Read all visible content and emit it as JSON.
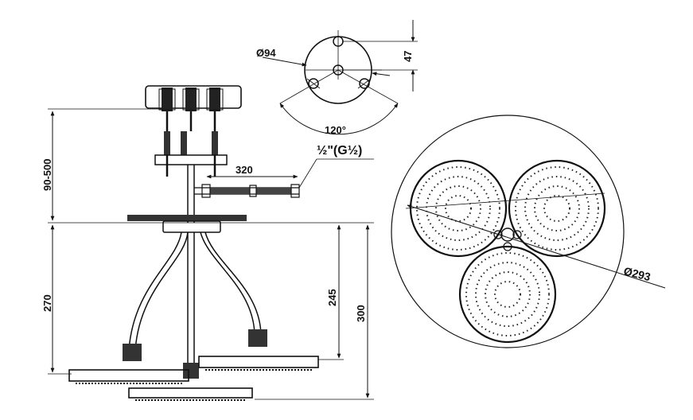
{
  "drawing": {
    "dimensions": {
      "plate_diameter": "Ø94",
      "plate_offset": "47",
      "inlet_angle": "120°",
      "ceiling_height": "90-500",
      "hose_length": "320",
      "thread_size": "½\"(G½)",
      "outer_diameter": "Ø293",
      "upper_head_drop": "270",
      "middle_head_drop": "245",
      "lower_head_drop": "300"
    }
  }
}
